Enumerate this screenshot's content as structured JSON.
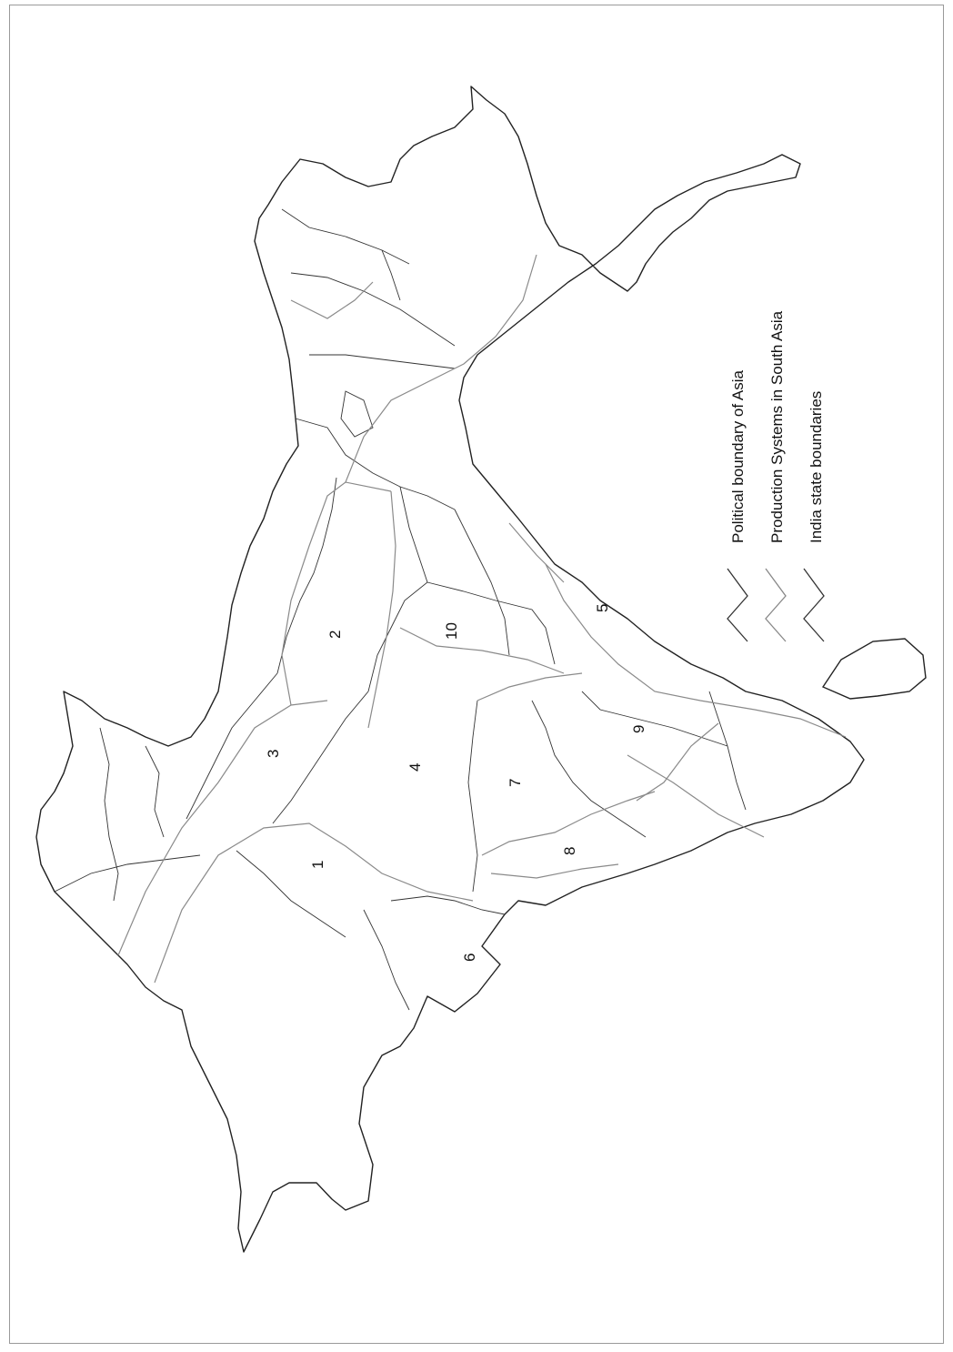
{
  "map": {
    "regions": [
      {
        "id": "1",
        "label": "1"
      },
      {
        "id": "2",
        "label": "2"
      },
      {
        "id": "3",
        "label": "3"
      },
      {
        "id": "4",
        "label": "4"
      },
      {
        "id": "5",
        "label": "5"
      },
      {
        "id": "6",
        "label": "6"
      },
      {
        "id": "7",
        "label": "7"
      },
      {
        "id": "8",
        "label": "8"
      },
      {
        "id": "9",
        "label": "9"
      },
      {
        "id": "10",
        "label": "10"
      }
    ],
    "legend": {
      "items": [
        {
          "label": "Political boundary of Asia",
          "color": "#333333"
        },
        {
          "label": "Production Systems in South Asia",
          "color": "#888888"
        },
        {
          "label": "India state boundaries",
          "color": "#333333"
        }
      ]
    }
  }
}
